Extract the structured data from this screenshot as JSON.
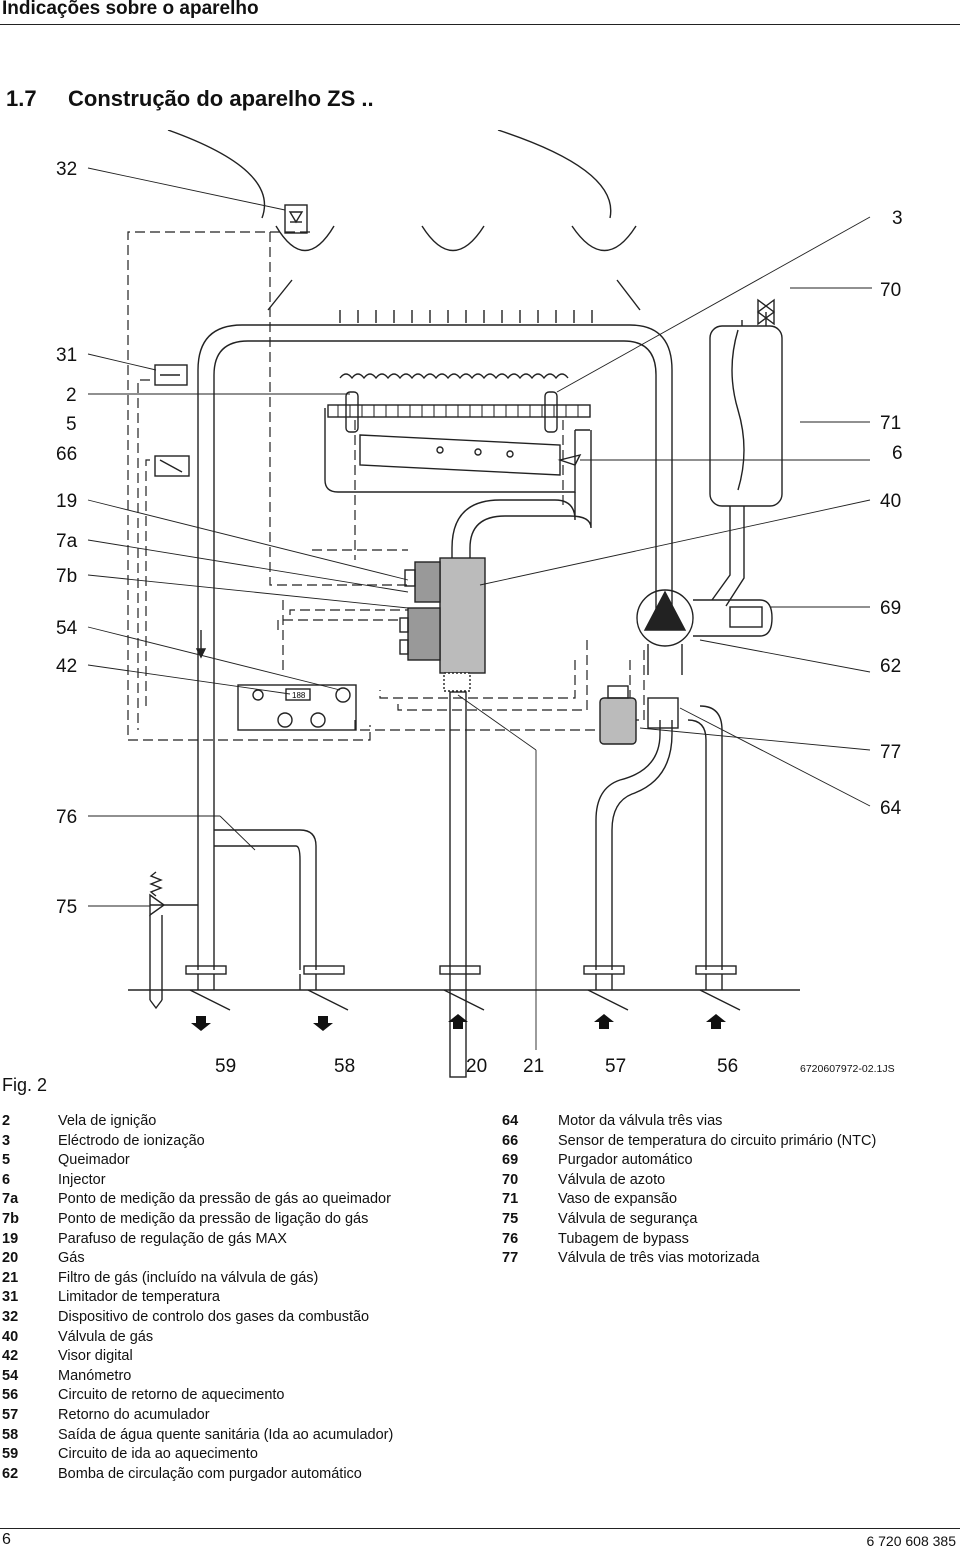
{
  "header": {
    "title": "Indicações sobre o aparelho"
  },
  "section": {
    "number": "1.7",
    "title": "Construção do aparelho ZS .."
  },
  "diagram": {
    "callouts": {
      "c32": "32",
      "c3": "3",
      "c70": "70",
      "c31": "31",
      "c2": "2",
      "c5": "5",
      "c66": "66",
      "c71": "71",
      "c6": "6",
      "c19": "19",
      "c40": "40",
      "c7a": "7a",
      "c7b": "7b",
      "c54": "54",
      "c69": "69",
      "c42": "42",
      "c62": "62",
      "c77": "77",
      "c76": "76",
      "c64": "64",
      "c75": "75",
      "c59": "59",
      "c58": "58",
      "c20": "20",
      "c21": "21",
      "c57": "57",
      "c56": "56"
    },
    "code": "6720607972-02.1JS",
    "display": "188"
  },
  "figure": {
    "label": "Fig. 2"
  },
  "legend_left": [
    {
      "key": "2",
      "text": "Vela de ignição"
    },
    {
      "key": "3",
      "text": "Eléctrodo de ionização"
    },
    {
      "key": "5",
      "text": "Queimador"
    },
    {
      "key": "6",
      "text": "Injector"
    },
    {
      "key": "7a",
      "text": "Ponto de medição da pressão de gás ao queimador"
    },
    {
      "key": "7b",
      "text": "Ponto de medição da pressão de ligação do gás"
    },
    {
      "key": "19",
      "text": "Parafuso de regulação de gás MAX"
    },
    {
      "key": "20",
      "text": "Gás"
    },
    {
      "key": "21",
      "text": "Filtro de gás (incluído na válvula de gás)"
    },
    {
      "key": "31",
      "text": "Limitador de temperatura"
    },
    {
      "key": "32",
      "text": "Dispositivo de controlo dos gases da combustão"
    },
    {
      "key": "40",
      "text": "Válvula de gás"
    },
    {
      "key": "42",
      "text": "Visor digital"
    },
    {
      "key": "54",
      "text": "Manómetro"
    },
    {
      "key": "56",
      "text": "Circuito de retorno de aquecimento"
    },
    {
      "key": "57",
      "text": "Retorno do acumulador"
    },
    {
      "key": "58",
      "text": "Saída de água quente sanitária (Ida ao acumulador)"
    },
    {
      "key": "59",
      "text": "Circuito de ida ao aquecimento"
    },
    {
      "key": "62",
      "text": "Bomba de circulação com purgador automático"
    }
  ],
  "legend_right": [
    {
      "key": "64",
      "text": "Motor da válvula três vias"
    },
    {
      "key": "66",
      "text": "Sensor de temperatura do circuito primário (NTC)"
    },
    {
      "key": "69",
      "text": "Purgador automático"
    },
    {
      "key": "70",
      "text": "Válvula de azoto"
    },
    {
      "key": "71",
      "text": "Vaso de expansão"
    },
    {
      "key": "75",
      "text": "Válvula de segurança"
    },
    {
      "key": "76",
      "text": "Tubagem de bypass"
    },
    {
      "key": "77",
      "text": "Válvula de três vias motorizada"
    }
  ],
  "footer": {
    "page": "6",
    "doc": "6 720 608 385"
  }
}
